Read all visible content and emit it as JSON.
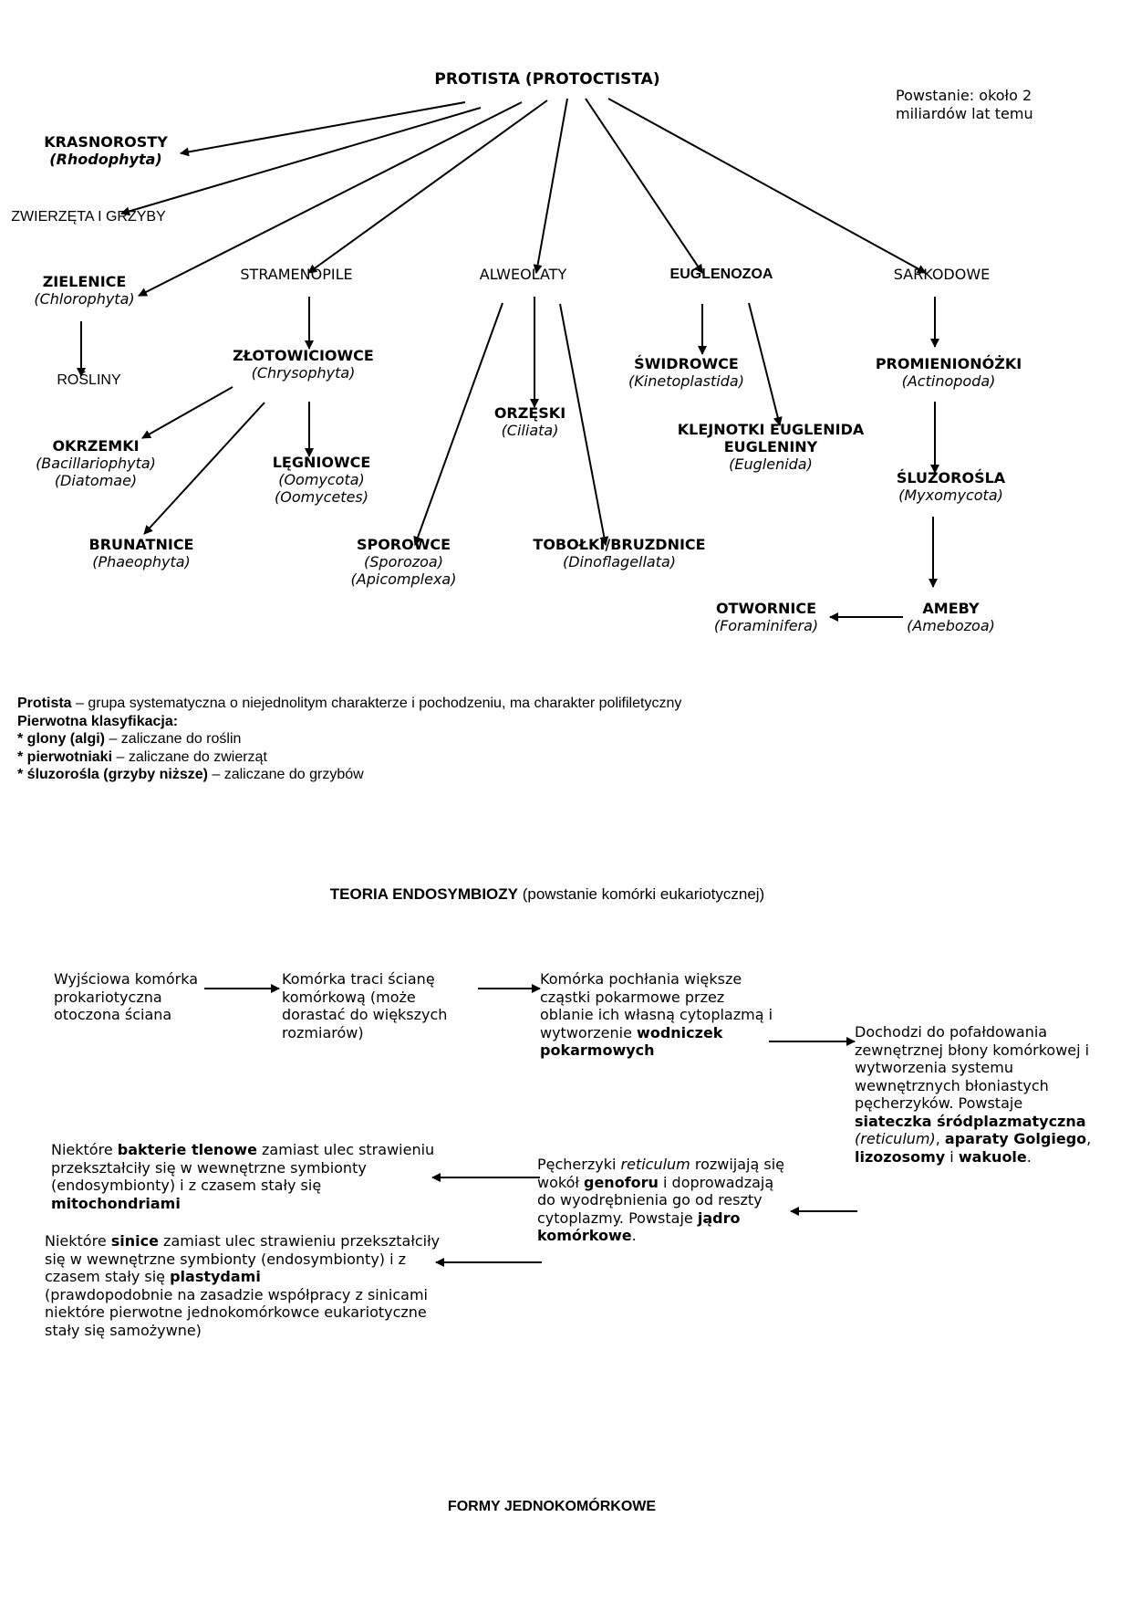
{
  "tree": {
    "root": "PROTISTA (PROTOCTISTA)",
    "origin_note": [
      "Powstanie: około 2",
      "miliardów lat temu"
    ],
    "krasnorosty": {
      "name": "KRASNOROSTY",
      "latin": "(Rhodophyta)"
    },
    "zwierzeta": "ZWIERZĘTA I GRZYBY",
    "zielenice": {
      "name": "ZIELENICE",
      "latin": "(Chlorophyta)"
    },
    "rosliny": "ROŚLINY",
    "stramenopile": "STRAMENOPILE",
    "zlotowiciowce": {
      "name": "ZŁOTOWICIOWCE",
      "latin": "(Chrysophyta)"
    },
    "okrzemki": {
      "name": "OKRZEMKI",
      "latin1": "(Bacillariophyta)",
      "latin2": "(Diatomae)"
    },
    "legniowce": {
      "name": "LĘGNIOWCE",
      "latin1": "(Oomycota)",
      "latin2": "(Oomycetes)"
    },
    "brunatnice": {
      "name": "BRUNATNICE",
      "latin": "(Phaeophyta)"
    },
    "alweolaty": "ALWEOLATY",
    "orzeski": {
      "name": "ORZĘSKI",
      "latin": "(Ciliata)"
    },
    "sporowce": {
      "name": "SPOROWCE",
      "latin1": "(Sporozoa)",
      "latin2": "(Apicomplexa)"
    },
    "tobolki": {
      "name": "TOBOŁKI/BRUZDNICE",
      "latin": "(Dinoflagellata)"
    },
    "euglenozoa": "EUGLENOZOA",
    "swidrowce": {
      "name": "ŚWIDROWCE",
      "latin": "(Kinetoplastida)"
    },
    "klejnotki": {
      "name1": "KLEJNOTKI EUGLENIDA",
      "name2": "EUGLENINY",
      "latin": "(Euglenida)"
    },
    "sarkodowe": "SARKODOWE",
    "promienionozki": {
      "name": "PROMIENIONÓŻKI",
      "latin": "(Actinopoda)"
    },
    "sluzorosla": {
      "name": "ŚLUZOROŚLA",
      "latin": "(Myxomycota)"
    },
    "ameby": {
      "name": "AMEBY",
      "latin": "(Amebozoa)"
    },
    "otwornice": {
      "name": "OTWORNICE",
      "latin": "(Foraminifera)"
    }
  },
  "definition": {
    "term": "Protista",
    "text": " – grupa systematyczna o niejednolitym charakterze i pochodzeniu, ma charakter polifiletyczny",
    "classification_label": "Pierwotna klasyfikacja:",
    "items": [
      {
        "bullet": "* ",
        "bold": "glony (algi)",
        "rest": " – zaliczane do roślin"
      },
      {
        "bullet": "* ",
        "bold": "pierwotniaki",
        "rest": " – zaliczane do zwierząt"
      },
      {
        "bullet": "* ",
        "bold": "śluzorośla (grzyby niższe)",
        "rest": " – zaliczane do grzybów"
      }
    ]
  },
  "endosymbiosis": {
    "title_bold": "TEORIA ENDOSYMBIOZY",
    "title_rest": " (powstanie komórki eukariotycznej)",
    "step1": [
      "Wyjściowa komórka",
      "prokariotyczna",
      "otoczona ściana"
    ],
    "step2": [
      "Komórka traci ścianę",
      "komórkową (może",
      "dorastać do większych",
      "rozmiarów)"
    ],
    "step3": {
      "l1": "Komórka pochłania większe",
      "l2": "cząstki pokarmowe przez",
      "l3": "oblanie ich własną cytoplazmą i",
      "l4a": "wytworzenie ",
      "l4b": "wodniczek",
      "l5": "pokarmowych"
    },
    "step4": {
      "l1": "Dochodzi do pofałdowania",
      "l2": "zewnętrznej błony komórkowej i",
      "l3": "wytworzenia systemu",
      "l4": "wewnętrznych błoniastych",
      "l5": "pęcherzyków. Powstaje",
      "l6": "siateczka śródplazmatyczna",
      "l7a": "(reticulum)",
      "l7b": ", ",
      "l7c": "aparaty Golgiego",
      "l7d": ",",
      "l8a": "lizozosomy",
      "l8b": " i ",
      "l8c": "wakuole",
      "l8d": "."
    },
    "step5": {
      "l1a": "Pęcherzyki ",
      "l1b": "reticulum",
      "l1c": " rozwijają się",
      "l2a": "wokół ",
      "l2b": "genoforu",
      "l2c": " i doprowadzają",
      "l3": "do wyodrębnienia go od reszty",
      "l4a": "cytoplazmy. Powstaje ",
      "l4b": "jądro",
      "l5a": "komórkowe",
      "l5b": "."
    },
    "step6": {
      "l1a": "Niektóre ",
      "l1b": "bakterie tlenowe",
      "l1c": " zamiast ulec strawieniu",
      "l2": "przekształciły się w wewnętrzne symbionty",
      "l3": "(endosymbionty) i z czasem stały się",
      "l4": "mitochondriami"
    },
    "step7": {
      "l1a": "Niektóre ",
      "l1b": "sinice",
      "l1c": " zamiast ulec strawieniu przekształciły",
      "l2": "się w wewnętrzne symbionty (endosymbionty) i z",
      "l3a": "czasem stały się ",
      "l3b": "plastydami",
      "l4": "(prawdopodobnie na zasadzie współpracy z sinicami",
      "l5": "niektóre pierwotne jednokomórkowce eukariotyczne",
      "l6": "stały się samożywne)"
    }
  },
  "footer": {
    "title": "FORMY JEDNOKOMÓRKOWE"
  }
}
